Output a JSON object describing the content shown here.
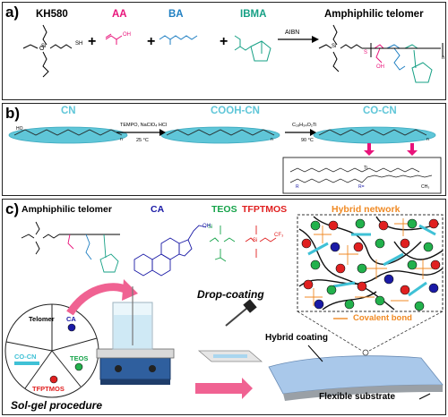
{
  "colors": {
    "aa": "#e8137a",
    "ba": "#1f7fc2",
    "ibma": "#16a085",
    "ca": "#1a1aa6",
    "teos": "#16a34a",
    "tfptmos": "#e02020",
    "hybrid": "#f08a24",
    "cellulose": "#5fc6d8",
    "arrow": "#f06292"
  },
  "panel_a": {
    "label": "a)",
    "kh580": "KH580",
    "aa": "AA",
    "ba": "BA",
    "ibma": "IBMA",
    "plus": "+",
    "initiator": "AIBN",
    "product": "Amphiphilic telomer",
    "sh": "SH",
    "si": "Si",
    "oh": "OH",
    "s": "S",
    "n": "n"
  },
  "panel_b": {
    "label": "b)",
    "cn": "CN",
    "cooh_cn": "COOH-CN",
    "co_cn": "CO-CN",
    "reagent1": "TEMPO, NaClO₄ HCl",
    "temp1": "25 °C",
    "reagent2": "C₁₈H₃₄O₂Ti",
    "temp2": "90 °C",
    "n": "n",
    "oh": "OH",
    "ho": "HO",
    "o": "O",
    "r": "R",
    "ti": "Ti",
    "r_def": "R=",
    "ch3": "CH₃"
  },
  "panel_c": {
    "label": "c)",
    "telomer": "Amphiphilic telomer",
    "ca": "CA",
    "teos": "TEOS",
    "tfptmos": "TFPTMOS",
    "hybrid": "Hybrid network",
    "covalent": "Covalent bond",
    "drop": "Drop-coating",
    "hybrid_coating": "Hybrid coating",
    "substrate": "Flexible substrate",
    "solgel": "Sol-gel procedure",
    "pie": {
      "telomer": "Telomer",
      "ca": "CA",
      "cocn": "CO-CN",
      "teos": "TEOS",
      "tfptmos": "TFPTMOS"
    },
    "si": "Si",
    "cf3": "CF₃",
    "oh": "OH",
    "h": "H"
  }
}
